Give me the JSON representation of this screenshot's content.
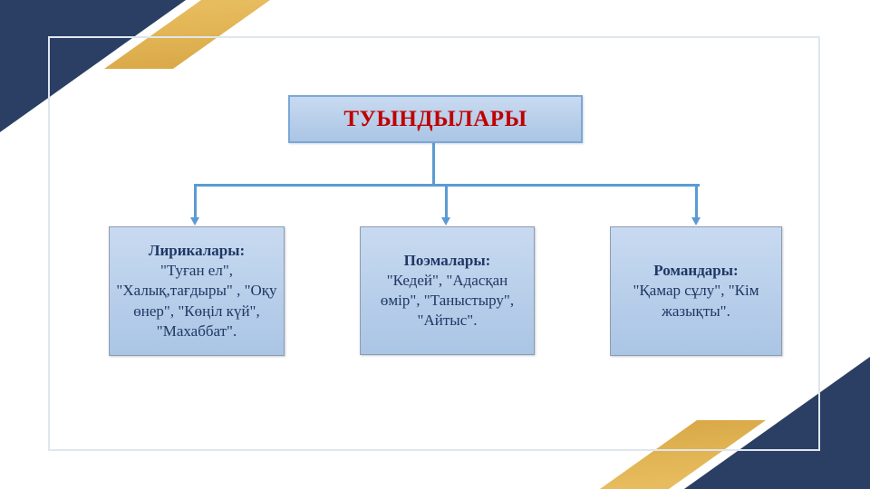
{
  "theme": {
    "navy": "#2a3f63",
    "gold_light": "#e7bc5e",
    "gold_dark": "#cc9631",
    "connector": "#5b9bd5",
    "box_fill_top": "#c8daf0",
    "box_fill_bottom": "#aac5e5",
    "box_border": "#8d9cb0",
    "title_border": "#7ba7d8",
    "title_red": "#c00000",
    "text_navy": "#1f3864",
    "frame_line": "#dfe6ed"
  },
  "diagram": {
    "title": "ТУЫНДЫЛАРЫ",
    "branches": [
      {
        "heading": "Лирикалары:",
        "body": "\"Туған ел\", \"Халық,тағдыры\" , \"Оқу өнер\", \"Көңіл күй\", \"Махаббат\"."
      },
      {
        "heading": "Поэмалары:",
        "body": "\"Кедей\", \"Адасқан өмір\", \"Таныстыру\", \"Айтыс\"."
      },
      {
        "heading": "Романдары:",
        "body": "\"Қамар сұлу\", \"Кім жазықты\"."
      }
    ]
  }
}
